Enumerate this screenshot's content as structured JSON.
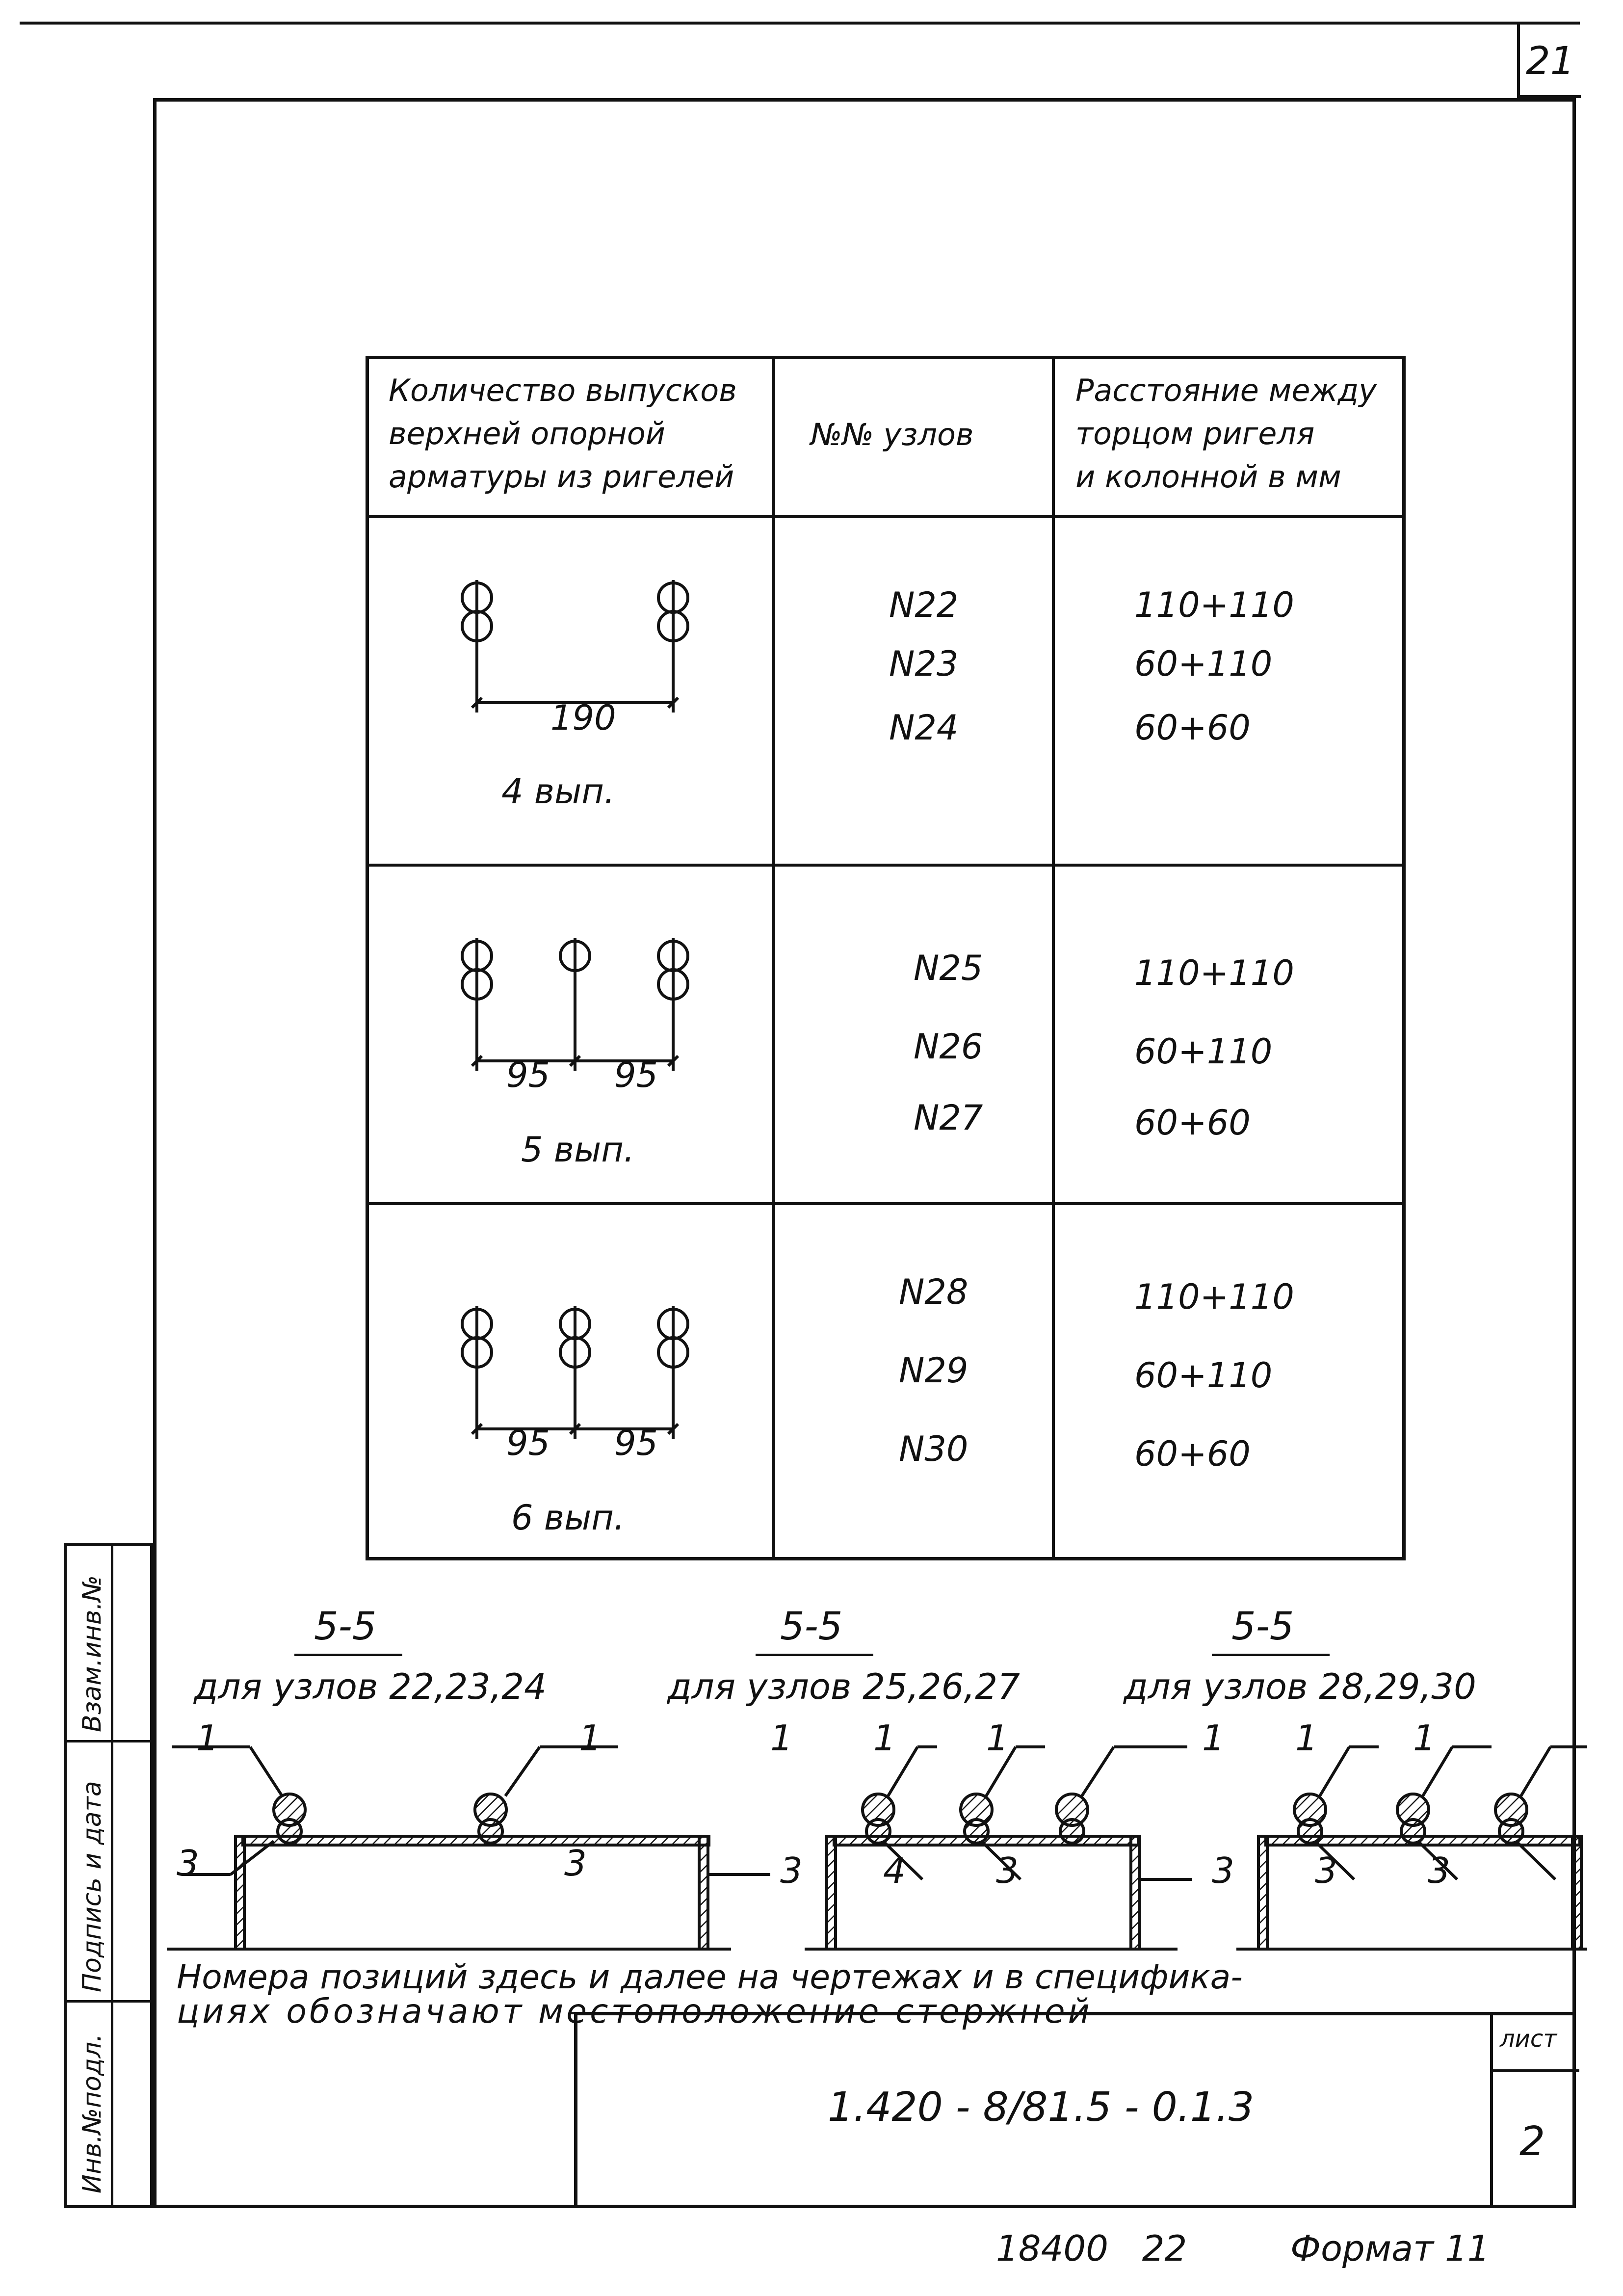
{
  "sheet": {
    "corner_number": "21",
    "bottom_numbers": "18400   22",
    "format_label": "Формат 11"
  },
  "stamp_column": {
    "inv_orig": "Инв.№подл.",
    "sign_date": "Подпись и дата",
    "replaced_inv": "Взам.инв.№"
  },
  "table": {
    "headers": [
      "Количество выпусков верхней опорной арматуры из ригелей",
      "№№ узлов",
      "Расстояние между торцом ригеля и колонной в мм"
    ],
    "header_lines": [
      [
        "Количество выпусков",
        "верхней опорной",
        "арматуры из ригелей"
      ],
      [
        "№№ узлов"
      ],
      [
        "Расстояние между",
        "торцом ригеля",
        "и колонной в мм"
      ]
    ],
    "rows": [
      {
        "outlets_label": "4 вып.",
        "dims": [
          "190"
        ],
        "nodes": [
          "N22",
          "N23",
          "N24"
        ],
        "distances": [
          "110+110",
          "60+110",
          "60+60"
        ]
      },
      {
        "outlets_label": "5 вып.",
        "dims": [
          "95",
          "95"
        ],
        "nodes": [
          "N25",
          "N26",
          "N27"
        ],
        "distances": [
          "110+110",
          "60+110",
          "60+60"
        ]
      },
      {
        "outlets_label": "6 вып.",
        "dims": [
          "95",
          "95"
        ],
        "nodes": [
          "N28",
          "N29",
          "N30"
        ],
        "distances": [
          "110+110",
          "60+110",
          "60+60"
        ]
      }
    ]
  },
  "sections": [
    {
      "title": "5-5",
      "subtitle": "для узлов 22,23,24",
      "callouts": [
        "1",
        "1",
        "3",
        "3"
      ]
    },
    {
      "title": "5-5",
      "subtitle": "для узлов 25,26,27",
      "callouts": [
        "1",
        "1",
        "1",
        "3",
        "4",
        "3"
      ]
    },
    {
      "title": "5-5",
      "subtitle": "для узлов 28,29,30",
      "callouts": [
        "1",
        "1",
        "1",
        "3",
        "3",
        "3"
      ]
    }
  ],
  "note": {
    "line1": "Номера позиций здесь и далее на чертежах и в специфика-",
    "line2": "циях обозначают местоположение стержней"
  },
  "title_block": {
    "code": "1.420 - 8/81.5 - 0.1.3",
    "sheet_label": "лист",
    "sheet_number": "2"
  }
}
